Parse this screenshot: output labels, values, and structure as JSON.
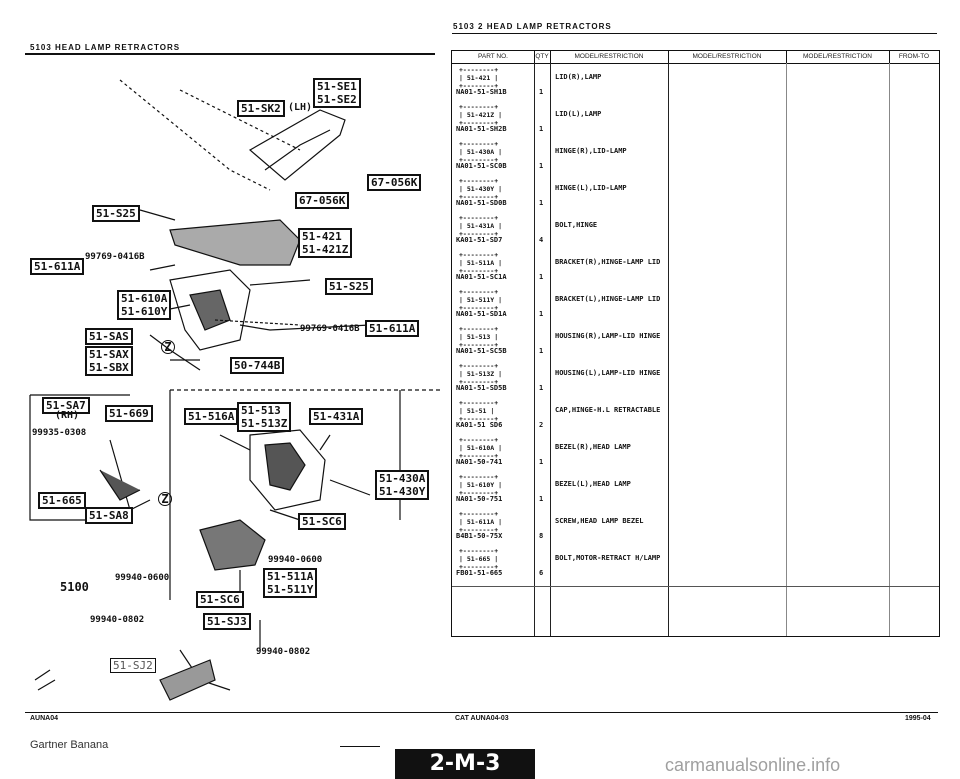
{
  "page_header": {
    "top_title": "5103   2   HEAD LAMP RETRACTORS",
    "left_title": "5103   HEAD LAMP RETRACTORS"
  },
  "table_headers": [
    "PART NO.",
    "QTY",
    "MODEL/RESTRICTION",
    "MODEL/RESTRICTION",
    "MODEL/RESTRICTION",
    "FROM-TO"
  ],
  "parts": [
    {
      "ref": "51-421",
      "part_no": "NA01-51-SH1B",
      "qty": "1",
      "desc": "LID(R),LAMP"
    },
    {
      "ref": "51-421Z",
      "part_no": "NA01-51-SH2B",
      "qty": "1",
      "desc": "LID(L),LAMP"
    },
    {
      "ref": "51-430A",
      "part_no": "NA01-51-SC0B",
      "qty": "1",
      "desc": "HINGE(R),LID-LAMP"
    },
    {
      "ref": "51-430Y",
      "part_no": "NA01-51-SD0B",
      "qty": "1",
      "desc": "HINGE(L),LID-LAMP"
    },
    {
      "ref": "51-431A",
      "part_no": "KA01-51-SD7",
      "qty": "4",
      "desc": "BOLT,HINGE"
    },
    {
      "ref": "51-511A",
      "part_no": "NA01-51-SC1A",
      "qty": "1",
      "desc": "BRACKET(R),HINGE-LAMP LID"
    },
    {
      "ref": "51-511Y",
      "part_no": "NA01-51-SD1A",
      "qty": "1",
      "desc": "BRACKET(L),HINGE-LAMP LID"
    },
    {
      "ref": "51-513",
      "part_no": "NA01-51-SC5B",
      "qty": "1",
      "desc": "HOUSING(R),LAMP-LID HINGE"
    },
    {
      "ref": "51-513Z",
      "part_no": "NA01-51-SD5B",
      "qty": "1",
      "desc": "HOUSING(L),LAMP-LID HINGE"
    },
    {
      "ref": "51-51",
      "part_no": "KA01-51 SD6",
      "qty": "2",
      "desc": "CAP,HINGE-H.L RETRACTABLE"
    },
    {
      "ref": "51-610A",
      "part_no": "NA01-50-741",
      "qty": "1",
      "desc": "BEZEL(R),HEAD LAMP"
    },
    {
      "ref": "51-610Y",
      "part_no": "NA01-50-751",
      "qty": "1",
      "desc": "BEZEL(L),HEAD LAMP"
    },
    {
      "ref": "51-611A",
      "part_no": "B4B1-50-75X",
      "qty": "8",
      "desc": "SCREW,HEAD LAMP BEZEL"
    },
    {
      "ref": "51-665",
      "part_no": "FB01-51-665",
      "qty": "6",
      "desc": "BOLT,MOTOR-RETRACT H/LAMP"
    }
  ],
  "callouts": {
    "se1": "51-SE1\n51-SE2",
    "sk2": "51-SK2",
    "lh": "(LH)",
    "c67": "67-056K",
    "c67b": "67-056K",
    "s25": "51-S25",
    "s421": "51-421\n51-421Z",
    "s611": "51-611A",
    "s25b": "51-S25",
    "s610": "51-610A\n51-610Y",
    "s611b": "51-611A",
    "sas": "51-SAS",
    "sax": "51-SAX\n51-SBX",
    "s744": "50-744B",
    "sa7": "51-SA7",
    "rh": "(RH)",
    "s669": "51-669",
    "s516": "51-516A",
    "s513": "51-513\n51-513Z",
    "s431": "51-431A",
    "s430": "51-430A\n51-430Y",
    "s665": "51-665",
    "sa8": "51-SA8",
    "sc6": "51-SC6",
    "s511": "51-511A\n51-511Y",
    "sc6b": "51-SC6",
    "sj3": "51-SJ3",
    "sj2": "51-SJ2",
    "z1": "Z",
    "z2": "Z"
  },
  "numbers": {
    "n1": "99769-0416B",
    "n2": "99769-0416B",
    "n3": "99935-0308",
    "n4": "99940-0600",
    "n5": "99940-0600",
    "n6": "99940-0802",
    "n7": "99940-0802",
    "n8": "5100"
  },
  "footer": {
    "left_code": "AUNA04",
    "center_code": "CAT AUNA04-03",
    "date": "1995-04",
    "page_badge": "2-M-3",
    "credit": "Gartner Banana",
    "watermark": "carmanualsonline.info"
  }
}
